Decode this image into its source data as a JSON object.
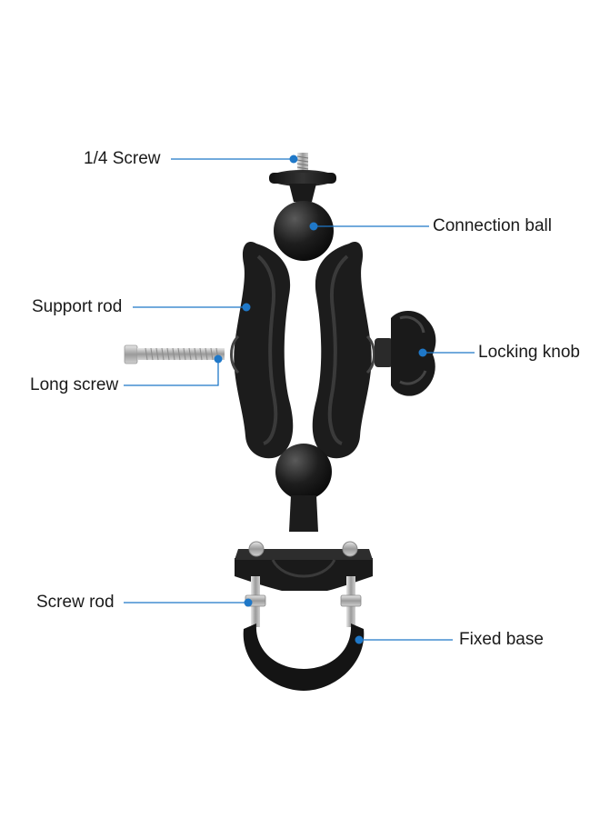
{
  "diagram": {
    "accent_color": "#1f78c8",
    "labels": {
      "quarter_screw": "1/4 Screw",
      "connection_ball": "Connection ball",
      "support_rod": "Support rod",
      "locking_knob": "Locking knob",
      "long_screw": "Long screw",
      "screw_rod": "Screw rod",
      "fixed_base": "Fixed base"
    }
  }
}
